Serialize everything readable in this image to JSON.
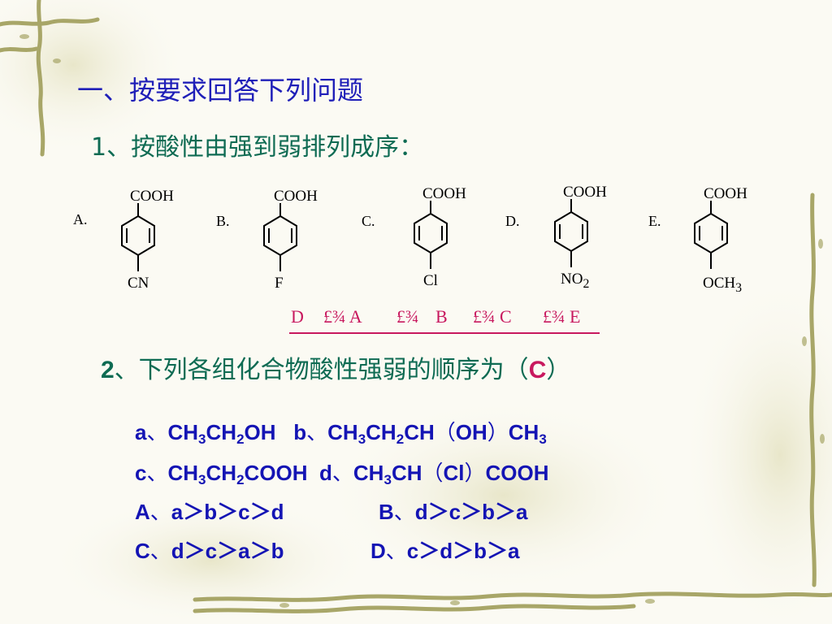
{
  "title": "一、按要求回答下列问题",
  "question1": {
    "text": "1、按酸性由强到弱排列成序：",
    "compounds": [
      {
        "label": "A.",
        "top": "COOH",
        "bottom": "CN"
      },
      {
        "label": "B.",
        "top": "COOH",
        "bottom": "F"
      },
      {
        "label": "C.",
        "top": "COOH",
        "bottom": "Cl"
      },
      {
        "label": "D.",
        "top": "COOH",
        "bottom_main": "NO",
        "bottom_sub": "2"
      },
      {
        "label": "E.",
        "top": "COOH",
        "bottom_main": "OCH",
        "bottom_sub": "3"
      }
    ],
    "answer": {
      "items": [
        "D",
        "£¾ A",
        "£¾",
        "B",
        "£¾ C",
        "£¾ E"
      ]
    }
  },
  "question2": {
    "num": "2",
    "text": "、下列各组化合物酸性强弱的顺序为（",
    "answer": "C",
    "close": "）",
    "a": {
      "p1": "a",
      "sep": "、",
      "f1": "CH",
      "s1": "3",
      "f2": "CH",
      "s2": "2",
      "f3": "OH"
    },
    "b": {
      "p1": "b",
      "sep": "、",
      "f1": "CH",
      "s1": "3",
      "f2": "CH",
      "s2": "2",
      "f3": "CH",
      "paren_open": "（",
      "f4": "OH",
      "paren_close": "）",
      "f5": "CH",
      "s5": "3"
    },
    "c": {
      "p1": "c",
      "sep": "、",
      "f1": "CH",
      "s1": "3",
      "f2": "CH",
      "s2": "2",
      "f3": "COOH"
    },
    "d": {
      "p1": "d",
      "sep": "、",
      "f1": "CH",
      "s1": "3",
      "f2": "CH",
      "paren_open": "（",
      "f3": "Cl",
      "paren_close": "）",
      "f4": "COOH"
    },
    "options": [
      {
        "letter": "A",
        "sep": "、",
        "order": "a＞b＞c＞d"
      },
      {
        "letter": "B",
        "sep": "、",
        "order": "d＞c＞b＞a"
      },
      {
        "letter": "C",
        "sep": "、",
        "order": "d＞c＞a＞b"
      },
      {
        "letter": "D",
        "sep": "、",
        "order": "c＞d＞b＞a"
      }
    ]
  },
  "colors": {
    "blue": "#1f1fb8",
    "green": "#0e6b53",
    "magenta": "#c8185e"
  }
}
